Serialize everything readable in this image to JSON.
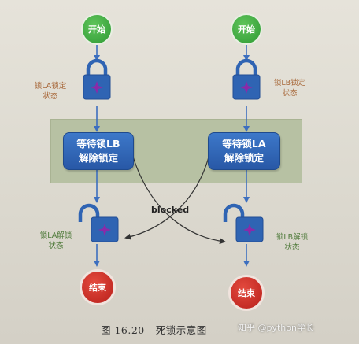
{
  "diagram": {
    "left_flow": {
      "start_label": "开始",
      "locked_label_line1": "锁LA锁定",
      "locked_label_line2": "状态",
      "wait_line1": "等待锁LB",
      "wait_line2": "解除锁定",
      "unlocked_label_line1": "锁LA解锁",
      "unlocked_label_line2": "状态",
      "end_label": "结束"
    },
    "right_flow": {
      "start_label": "开始",
      "locked_label_line1": "锁LB锁定",
      "locked_label_line2": "状态",
      "wait_line1": "等待锁LA",
      "wait_line2": "解除锁定",
      "unlocked_label_line1": "锁LB解锁",
      "unlocked_label_line2": "状态",
      "end_label": "结束"
    },
    "blocked_label": "blocked"
  },
  "caption": {
    "figure_number": "图 16.20",
    "figure_title": "死锁示意图"
  },
  "watermark": {
    "text": "知乎 @python学长"
  },
  "colors": {
    "start": "#2f9a34",
    "end": "#b81f1a",
    "lock": "#2f64b3",
    "arrow": "#3d6fbf",
    "band": "#b7c1a3"
  },
  "icons": {
    "locked": "padlock-closed-icon",
    "unlocked": "padlock-open-icon",
    "sparkle": "sparkle-icon"
  }
}
